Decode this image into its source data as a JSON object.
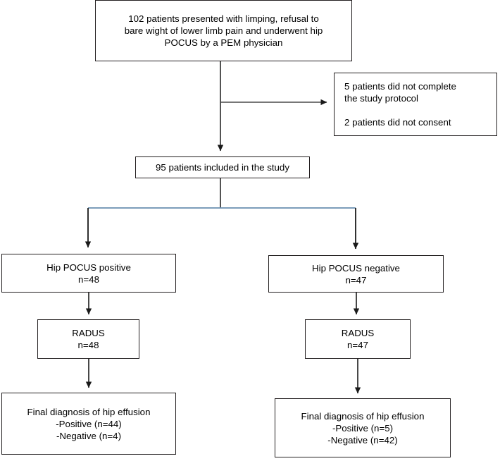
{
  "figure": {
    "type": "flowchart",
    "title": "Patient enrollment flow diagram for hip POCUS study",
    "colors": {
      "box_border": "#231f20",
      "connector": "#1a1a1a",
      "branch_line": "#6a8fb0",
      "background": "#ffffff",
      "text": "#000000"
    }
  },
  "nodes": {
    "enrolled": {
      "id": "enrolled",
      "lines": [
        "102 patients presented with limping, refusal to",
        "bare wight of lower limb pain and underwent hip",
        "POCUS by a PEM physician"
      ]
    },
    "excluded": {
      "id": "excluded",
      "lines": [
        "5 patients did not complete",
        "the study protocol",
        "",
        "2 patients did not consent"
      ]
    },
    "included": {
      "id": "included",
      "lines": [
        "95 patients included in the study"
      ]
    },
    "pocus_positive": {
      "id": "pocus-positive",
      "lines": [
        "Hip POCUS positive",
        "n=48"
      ]
    },
    "pocus_negative": {
      "id": "pocus-negative",
      "lines": [
        "Hip POCUS negative",
        "n=47"
      ]
    },
    "radus_left": {
      "id": "radus-positive-arm",
      "lines": [
        "RADUS",
        "n=48"
      ]
    },
    "radus_right": {
      "id": "radus-negative-arm",
      "lines": [
        "RADUS",
        "n=47"
      ]
    },
    "final_left": {
      "id": "final-diagnosis-positive-arm",
      "lines": [
        "Final diagnosis of hip effusion",
        "-Positive (n=44)",
        "-Negative (n=4)"
      ]
    },
    "final_right": {
      "id": "final-diagnosis-negative-arm",
      "lines": [
        "Final diagnosis of hip effusion",
        "-Positive (n=5)",
        "-Negative (n=42)"
      ]
    }
  },
  "edges": [
    {
      "from": "enrolled",
      "to": "excluded",
      "style": "arrow-right"
    },
    {
      "from": "enrolled",
      "to": "included",
      "style": "arrow-down"
    },
    {
      "from": "included",
      "to": "pocus_positive",
      "style": "branch-left"
    },
    {
      "from": "included",
      "to": "pocus_negative",
      "style": "branch-right"
    },
    {
      "from": "pocus_positive",
      "to": "radus_left",
      "style": "arrow-down"
    },
    {
      "from": "pocus_negative",
      "to": "radus_right",
      "style": "arrow-down"
    },
    {
      "from": "radus_left",
      "to": "final_left",
      "style": "arrow-down"
    },
    {
      "from": "radus_right",
      "to": "final_right",
      "style": "arrow-down"
    }
  ]
}
